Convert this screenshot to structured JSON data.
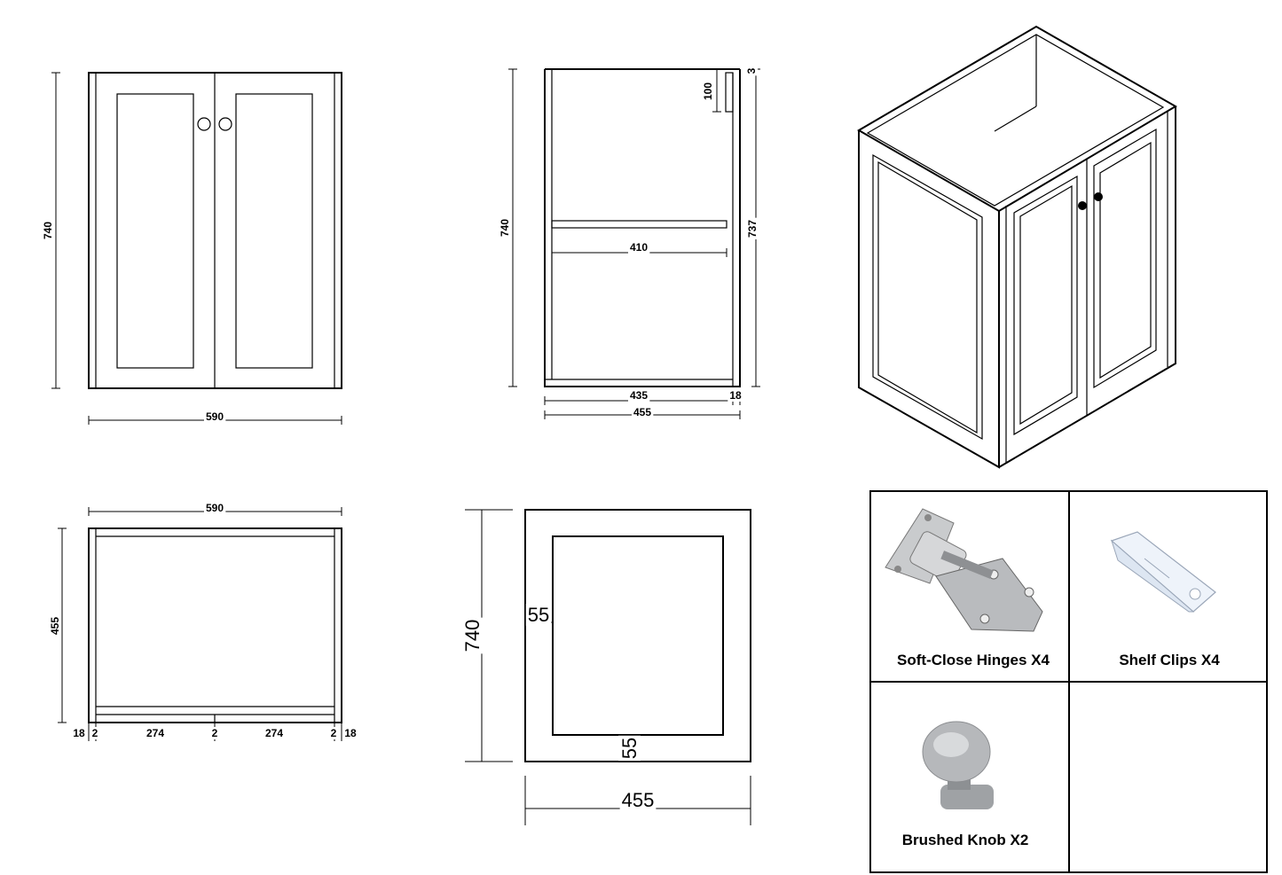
{
  "front_view": {
    "height": "740",
    "width": "590"
  },
  "side_view": {
    "height_total": "740",
    "height_side": "737",
    "top_rail": "100",
    "top_gap": "3",
    "shelf_depth": "410",
    "inner_depth": "435",
    "panel": "18",
    "depth": "455"
  },
  "top_view": {
    "width": "590",
    "depth": "455",
    "dims": [
      "18",
      "2",
      "274",
      "2",
      "274",
      "2",
      "18"
    ]
  },
  "side_panel": {
    "height": "740",
    "width": "455",
    "frame_left": "55",
    "frame_bottom": "55"
  },
  "accessories": [
    {
      "label": "Soft-Close Hinges X4",
      "icon": "hinge-icon"
    },
    {
      "label": "Shelf Clips X4",
      "icon": "shelf-clip-icon"
    },
    {
      "label": "Brushed Knob X2",
      "icon": "knob-icon"
    },
    {
      "label": "",
      "icon": ""
    }
  ]
}
